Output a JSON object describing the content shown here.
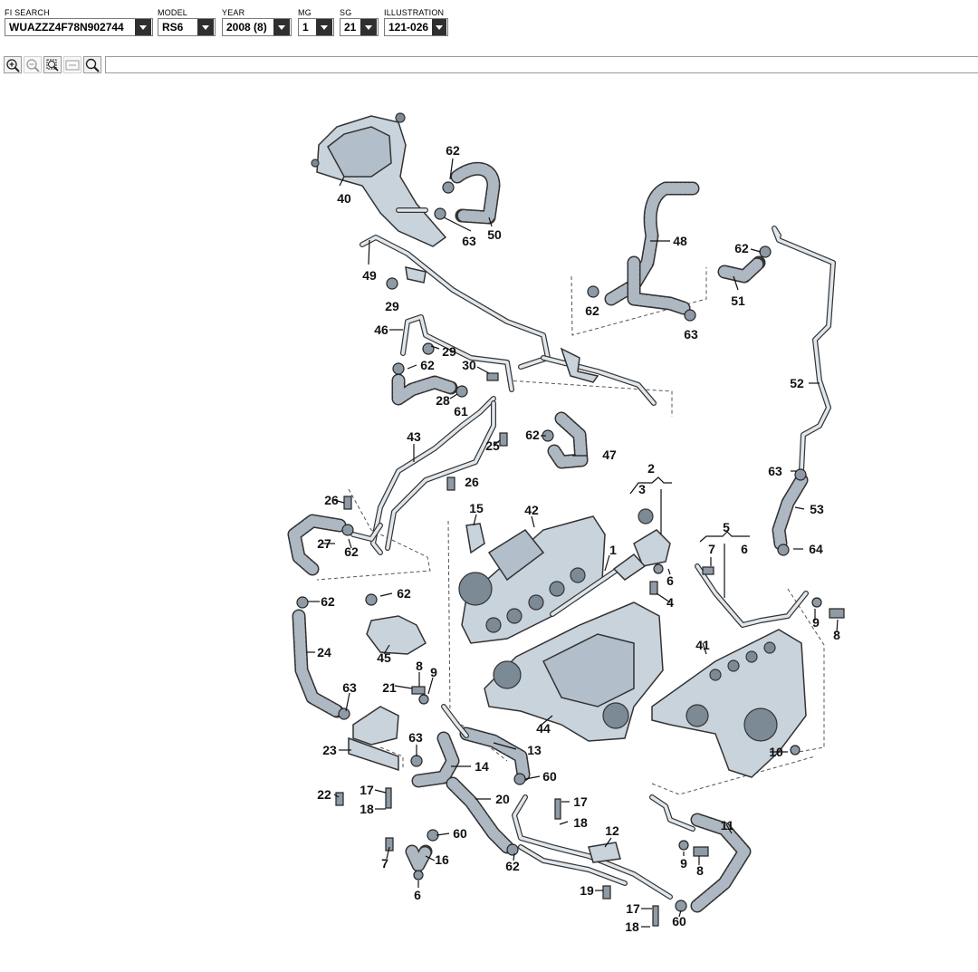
{
  "header": {
    "fields": [
      {
        "label": "FI SEARCH",
        "value": "WUAZZZ4F78N902744"
      },
      {
        "label": "MODEL",
        "value": "RS6"
      },
      {
        "label": "YEAR",
        "value": "2008 (8)"
      },
      {
        "label": "MG",
        "value": "1"
      },
      {
        "label": "SG",
        "value": "21"
      },
      {
        "label": "ILLUSTRATION",
        "value": "121-026"
      }
    ]
  },
  "toolbar": {
    "buttons": [
      {
        "name": "zoom-in",
        "icon": "zoom-in-icon",
        "enabled": true
      },
      {
        "name": "zoom-out",
        "icon": "zoom-out-icon",
        "enabled": false
      },
      {
        "name": "zoom-area",
        "icon": "zoom-area-icon",
        "enabled": true
      },
      {
        "name": "zoom-fit",
        "icon": "zoom-fit-icon",
        "enabled": false
      },
      {
        "name": "zoom-search",
        "icon": "magnifier-icon",
        "enabled": true
      }
    ],
    "search_value": ""
  },
  "diagram": {
    "callouts": [
      "40",
      "62",
      "63",
      "50",
      "49",
      "29",
      "48",
      "62",
      "51",
      "62",
      "63",
      "46",
      "29",
      "62",
      "30",
      "28",
      "61",
      "52",
      "62",
      "47",
      "25",
      "43",
      "2",
      "3",
      "26",
      "26",
      "15",
      "42",
      "63",
      "53",
      "27",
      "62",
      "1",
      "5",
      "7",
      "6",
      "64",
      "62",
      "62",
      "6",
      "4",
      "9",
      "8",
      "24",
      "45",
      "41",
      "8",
      "9",
      "21",
      "63",
      "44",
      "63",
      "23",
      "13",
      "10",
      "14",
      "60",
      "17",
      "22",
      "18",
      "20",
      "17",
      "18",
      "12",
      "60",
      "11",
      "7",
      "16",
      "62",
      "9",
      "8",
      "6",
      "19",
      "17",
      "18",
      "60"
    ]
  }
}
